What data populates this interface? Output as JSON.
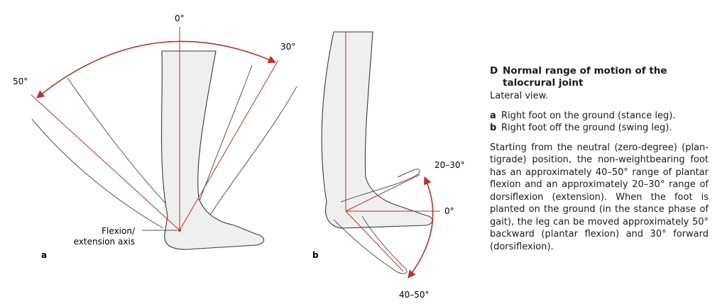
{
  "colors": {
    "arc": "#b5332d",
    "skin": "#efefef",
    "outline": "#3a3a3a"
  },
  "figure": {
    "panel_a": {
      "letter": "a",
      "angle_zero": "0°",
      "angle_forward": "30°",
      "angle_backward": "50°",
      "axis_label_line1": "Flexion/",
      "axis_label_line2": "extension axis"
    },
    "panel_b": {
      "letter": "b",
      "angle_dorsi": "20–30°",
      "angle_zero": "0°",
      "angle_plantar": "40–50°"
    }
  },
  "caption": {
    "letter": "D",
    "title": "Normal range of motion of the talocrural joint",
    "subtitle": "Lateral view.",
    "items": [
      {
        "key": "a",
        "text": "Right foot on the ground (stance leg)."
      },
      {
        "key": "b",
        "text": "Right foot off the ground (swing leg)."
      }
    ],
    "body": "Starting from the neutral (zero-degree) (plan­tigrade) position, the non-weightbearing foot has an approximately 40–50° range of plantar flexion and an approximately 20–30° range of dorsiflexion (extension). When the foot is planted on the ground (in the stance phase of gait), the leg can be moved approximately 50° backward (plantar flexion) and 30° forward (dorsiflexion)."
  }
}
